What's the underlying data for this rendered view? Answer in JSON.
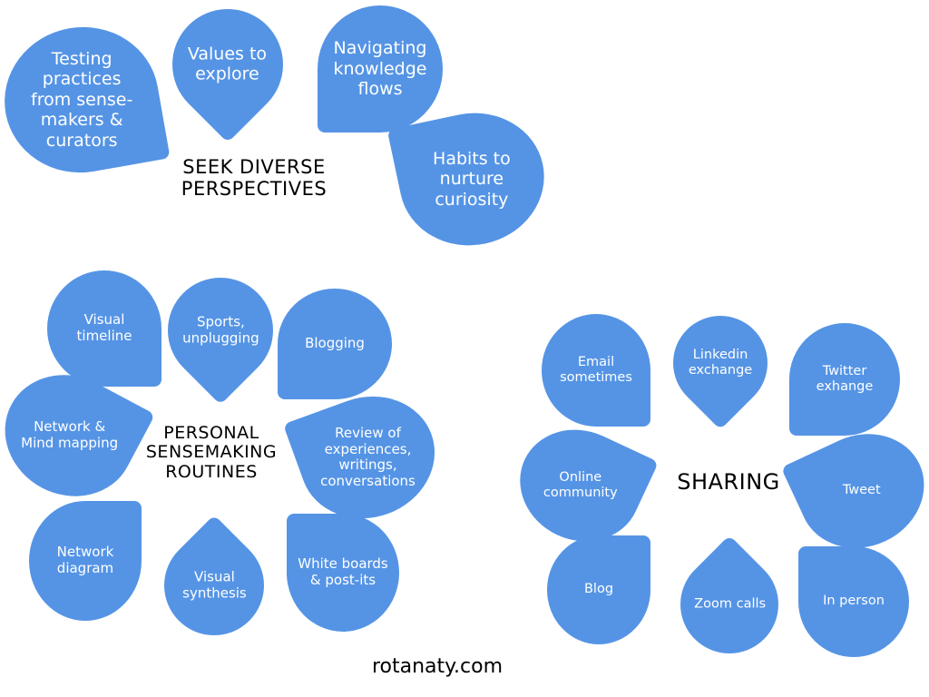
{
  "clusters": {
    "seek": {
      "title": "SEEK DIVERSE\nPERSPECTIVES",
      "petals": [
        "Testing\npractices\nfrom sense-\nmakers &\ncurators",
        "Values to\nexplore",
        "Navigating\nknowledge\nflows",
        "Habits to\nnurture\ncuriosity"
      ]
    },
    "personal": {
      "title": "PERSONAL\nSENSEMAKING\nROUTINES",
      "petals": [
        "Visual timeline",
        "Sports,\nunplugging",
        "Blogging",
        "Network &\nMind mapping",
        "Review of\nexperiences,\nwritings,\nconversations",
        "Network\ndiagram",
        "Visual\nsynthesis",
        "White boards\n& post-its"
      ]
    },
    "sharing": {
      "title": "SHARING",
      "petals": [
        "Email\nsometimes",
        "Linkedin\nexchange",
        "Twitter\nexhange",
        "Online\ncommunity",
        "Tweet",
        "Blog",
        "Zoom calls",
        "In person"
      ]
    }
  },
  "footer": "rotanaty.com",
  "colors": {
    "petal": "#5594e5",
    "text_on_petal": "#ffffff",
    "title": "#000000"
  }
}
